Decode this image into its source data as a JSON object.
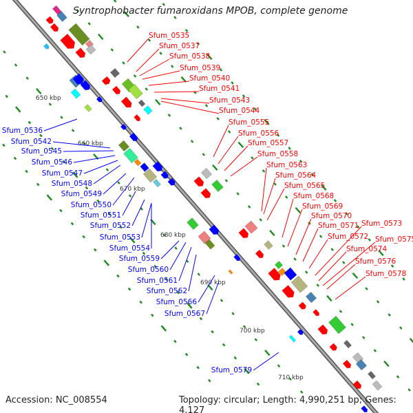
{
  "title": "Syntrophobacter fumaroxidans MPOB, complete genome",
  "footer": {
    "accession": "Accession: NC_008554",
    "summary": "Topology: circular; Length: 4,990,251 bp; Genes: 4,127"
  },
  "colors": {
    "forward_labels": "#ff0000",
    "reverse_labels": "#0000ff",
    "backbone": "#888888",
    "ticks": "#228b22"
  },
  "kbp_ticks": [
    "650 kbp",
    "660 kbp",
    "670 kbp",
    "680 kbp",
    "690 kbp",
    "700 kbp",
    "710 kbp"
  ],
  "forward_genes": [
    "Sfum_0535",
    "Sfum_0537",
    "Sfum_0538",
    "Sfum_0539",
    "Sfum_0540",
    "Sfum_0541",
    "Sfum_0543",
    "Sfum_0544",
    "Sfum_0555",
    "Sfum_0556",
    "Sfum_0557",
    "Sfum_0558",
    "Sfum_0563",
    "Sfum_0564",
    "Sfum_0565",
    "Sfum_0568",
    "Sfum_0569",
    "Sfum_0570",
    "Sfum_0571",
    "Sfum_0572",
    "Sfum_0573",
    "Sfum_0574",
    "Sfum_0575",
    "Sfum_0576",
    "Sfum_0578"
  ],
  "reverse_genes": [
    "Sfum_0536",
    "Sfum_0542",
    "Sfum_0545",
    "Sfum_0546",
    "Sfum_0547",
    "Sfum_0548",
    "Sfum_0549",
    "Sfum_0550",
    "Sfum_0551",
    "Sfum_0552",
    "Sfum_0553",
    "Sfum_0554",
    "Sfum_0559",
    "Sfum_0560",
    "Sfum_0561",
    "Sfum_0562",
    "Sfum_0566",
    "Sfum_0567",
    "Sfum_0579"
  ]
}
